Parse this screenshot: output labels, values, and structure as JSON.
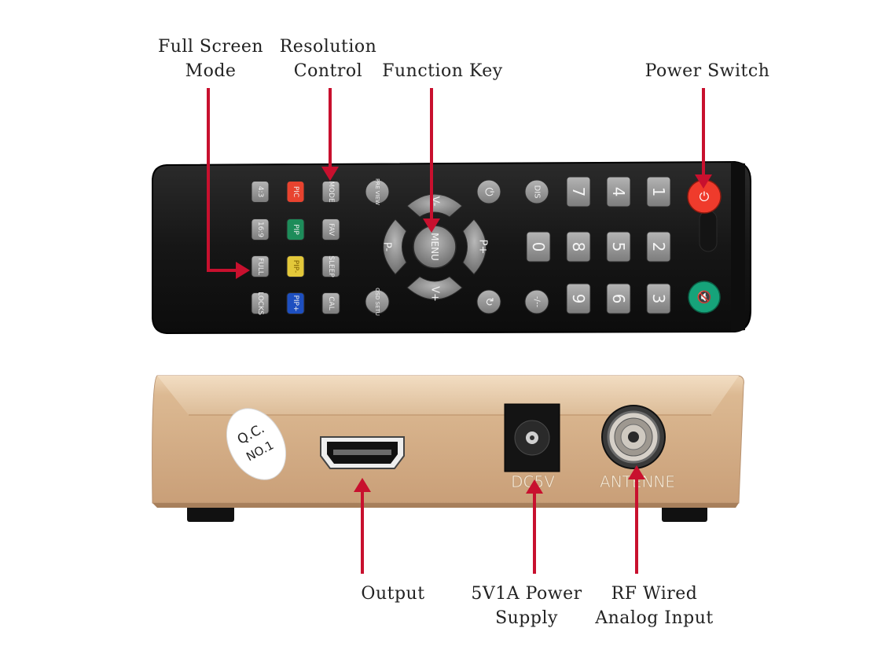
{
  "callouts": {
    "full_screen": [
      "Full Screen",
      "Mode"
    ],
    "resolution": [
      "Resolution",
      "Control"
    ],
    "function_key": "Function Key",
    "power_switch": "Power Switch",
    "output": "Output",
    "power_supply": [
      "5V1A Power",
      "Supply"
    ],
    "rf_input": [
      "RF Wired",
      "Analog Input"
    ]
  },
  "remote": {
    "left_keys": [
      [
        "4:3",
        "PIC",
        "MODE"
      ],
      [
        "16:9",
        "PIP",
        "FAV"
      ],
      [
        "FULL",
        "PIP-",
        "SLEEP"
      ],
      [
        "LOCKS",
        "PIP+",
        "CAL"
      ]
    ],
    "colored_keys": {
      "PIC": "#e8432f",
      "PIP": "#1d8c5a",
      "PIP-": "#e3c83a",
      "PIP+": "#1d4fc0"
    },
    "preview_key": "PRE VIEW",
    "osd_key": "OSD SETU",
    "dpad": {
      "up": "V-",
      "down": "V+",
      "left": "P-",
      "right": "P+",
      "center": "MENU"
    },
    "power_key": "⏻",
    "return_key": "↻",
    "display_key": "DIS",
    "dash_key": "-/--",
    "number_keys": [
      [
        "7",
        "4",
        "1"
      ],
      [
        "0",
        "8",
        "5",
        "2"
      ],
      [
        "9",
        "6",
        "3"
      ]
    ],
    "mute_key": "🔇"
  },
  "box": {
    "qc_label": [
      "Q.C.",
      "NO.1"
    ],
    "dc_label": "DC5V",
    "antenna_label": "ANTENNE"
  },
  "colors": {
    "arrow": "#c8102e",
    "remote_body": "#1a1a1a",
    "box_body": "#d8b48e",
    "gray_key": "#9a9a9a",
    "power_red": "#ef3b2c",
    "mute_green": "#16a37a"
  }
}
